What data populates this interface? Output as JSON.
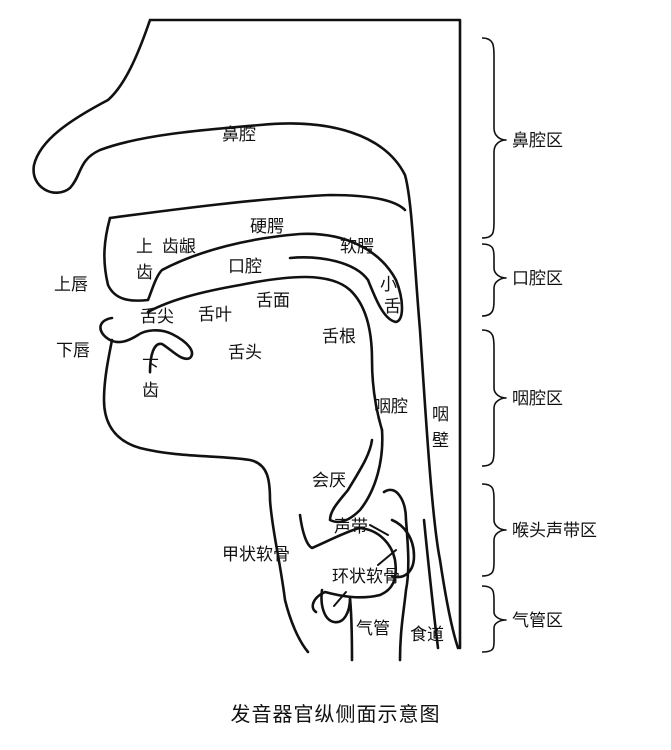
{
  "caption": "发音器官纵侧面示意图",
  "labels": {
    "nasal_cavity": "鼻腔",
    "hard_palate": "硬腭",
    "upper_teeth_1": "上",
    "upper_teeth_2": "齿",
    "alveolar_ridge": "齿龈",
    "soft_palate": "软腭",
    "oral_cavity": "口腔",
    "uvula_1": "小",
    "uvula_2": "舌",
    "upper_lip": "上唇",
    "tongue_tip": "舌尖",
    "tongue_blade": "舌叶",
    "tongue_surface": "舌面",
    "lower_lip": "下唇",
    "lower_teeth_1": "下",
    "lower_teeth_2": "齿",
    "tongue_front": "舌头",
    "tongue_root": "舌根",
    "pharynx": "咽腔",
    "pharynx_wall_1": "咽",
    "pharynx_wall_2": "壁",
    "epiglottis": "会厌",
    "vocal_cords": "声带",
    "thyroid_cartilage": "甲状软骨",
    "cricoid_cartilage": "环状软骨",
    "trachea": "气管",
    "esophagus": "食道"
  },
  "regions": [
    {
      "label": "鼻腔区"
    },
    {
      "label": "口腔区"
    },
    {
      "label": "咽腔区"
    },
    {
      "label": "喉头声带区"
    },
    {
      "label": "气管区"
    }
  ]
}
